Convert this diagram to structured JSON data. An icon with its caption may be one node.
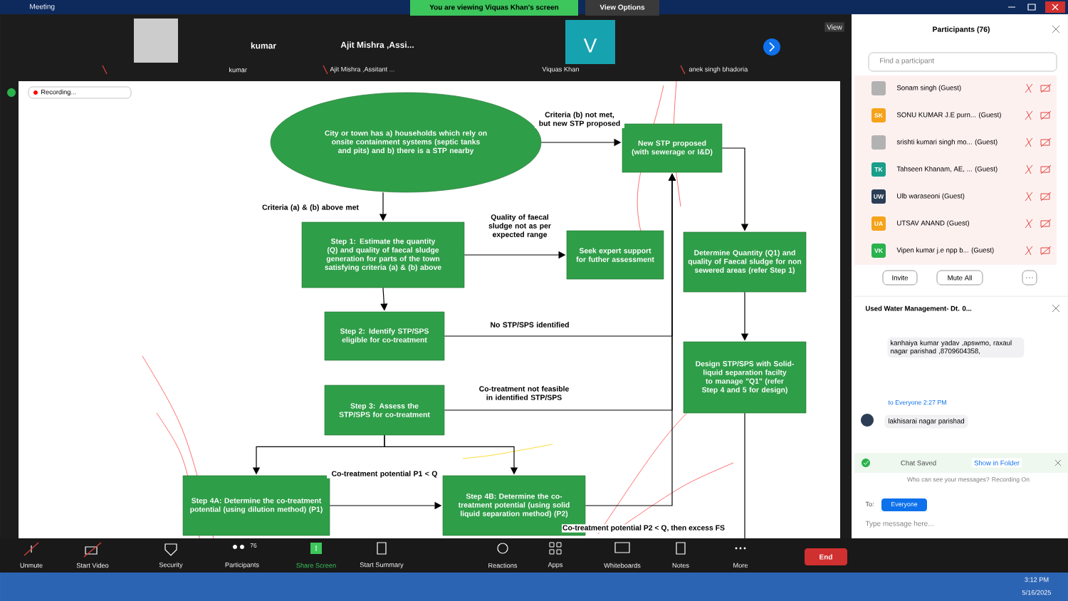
{
  "diagram": {
    "nodes": [
      {
        "text": [
          "City or town has a) households which rely on onsite containment systems (septic tanks and pits) and b) there is a STP nearby"
        ]
      },
      {
        "text": [
          "New STP proposed (with sewerage or I&D)"
        ]
      },
      {
        "text": [
          "Step 1: Estimate the quantity (Q) and quality of faecal sludge generation for parts of the town satisfying criteria (a) & (b) above"
        ]
      },
      {
        "text": [
          "Seek expert support for futher assessment"
        ]
      },
      {
        "text": [
          "Determine Quantity (Q1) and quality of Faecal sludge for non sewered areas (refer Step 1)"
        ]
      },
      {
        "text": [
          "Step 2: Identify STP/SPS eligible for co-treatment"
        ]
      },
      {
        "text": [
          "Design STP/SPS with Solid-liquid separation facilty to manage \"Q1\" (refer Step 4 and 5 for design)"
        ]
      },
      {
        "text": [
          "Step 3: Assess the STP/SPS for co-treatment"
        ]
      },
      {
        "text": [
          "Step 4A: Determine the co-treatment potential (using dilution method) (P1)"
        ]
      },
      {
        "text": [
          "Step 4B: Determine the co-treatment potential (using solid liquid separation method) (P2)"
        ]
      }
    ],
    "edges": [
      {
        "from": 0,
        "to": 1,
        "arrow": "to",
        "label": "Criteria (b) not met, but new STP proposed"
      },
      {
        "from": 0,
        "to": 2,
        "arrow": "to",
        "label": "Criteria (a) & (b) above met"
      },
      {
        "from": 2,
        "to": 3,
        "arrow": "to",
        "label": "Quality of faecal sludge not as per expected range"
      },
      {
        "from": 1,
        "to": 4,
        "arrow": "to"
      },
      {
        "from": 2,
        "to": 5,
        "arrow": "to"
      },
      {
        "from": 5,
        "to": 1,
        "arrow": "to",
        "label": "No STP/SPS identified"
      },
      {
        "from": 7,
        "to": 1,
        "arrow": "to",
        "label": "Co-treatment not feasible in identified STP/SPS"
      },
      {
        "from": 9,
        "to": 1,
        "arrow": "to"
      },
      {
        "from": 4,
        "to": 6,
        "arrow": "to"
      },
      {
        "from": 7,
        "to": 8,
        "arrow": "to"
      },
      {
        "from": 7,
        "to": 9,
        "arrow": "to"
      },
      {
        "from": 8,
        "to": 9,
        "arrow": "to",
        "label": "Co-treatment potential P1 < Q"
      },
      {
        "from": 6,
        "to": null,
        "arrow": "none"
      }
    ],
    "labels": [
      "Meeting",
      "You are viewing Viquas Khan's screen",
      "View Options",
      "kumar",
      "Ajit Mishra ,Assi...",
      "V",
      "View",
      "kumar",
      "Ajit Mishra ,Assitant ...",
      "Viquas Khan",
      "anek singh bhadoria",
      "Recording...",
      "Co-treatment potential P2 < Q, then excess FS",
      "Participants (76)",
      "Find a participant",
      "Sonam singh (Guest)",
      "SK",
      "SONU KUMAR J.E purn... (Guest)",
      "srishti kumari singh mo... (Guest)",
      "TK",
      "Tahseen Khanam, AE, ... (Guest)",
      "UW",
      "Ulb waraseoni (Guest)",
      "UA",
      "UTSAV ANAND (Guest)",
      "VK",
      "Vipen kumar j.e npp b... (Guest)",
      "Invite",
      "Mute All",
      "Used Water Management- Dt. 0...",
      "kanhaiya kumar yadav ,apswmo, raxaul nagar parishad ,8709604358,",
      "to Everyone 2:27 PM",
      "lakhisarai nagar parishad",
      "Chat Saved",
      "Show in Folder",
      "Who can see your messages? Recording On",
      "To:",
      "Everyone",
      "Type message here...",
      "Unmute",
      "Start Video",
      "Security",
      "76",
      "Participants",
      "Share Screen",
      "Start Summary",
      "Reactions",
      "Apps",
      "Whiteboards",
      "Notes",
      "More",
      "End",
      "3:12 PM",
      "5/16/2025"
    ]
  }
}
